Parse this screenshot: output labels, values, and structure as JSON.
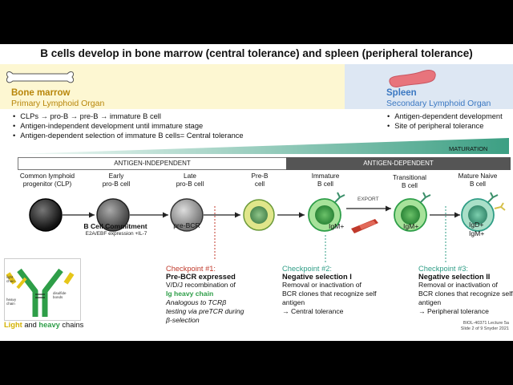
{
  "title": "B cells develop in bone marrow (central tolerance) and spleen (peripheral tolerance)",
  "bone_marrow": {
    "heading": "Bone marrow",
    "subheading": "Primary Lymphoid Organ",
    "bullets": [
      "CLPs → pro-B → pre-B → immature B cell",
      "Antigen-independent development until immature stage",
      "Antigen-dependent selection of immature B cells= Central tolerance"
    ]
  },
  "spleen": {
    "heading": "Spleen",
    "subheading": "Secondary Lymphoid Organ",
    "bullets": [
      "Antigen-dependent development",
      "Site of peripheral tolerance"
    ]
  },
  "maturation_label": "MATURATION",
  "phases": {
    "independent": "ANTIGEN-INDEPENDENT",
    "dependent": "ANTIGEN-DEPENDENT"
  },
  "stages": [
    {
      "line1": "Common lymphoid",
      "line2": "progenitor (CLP)"
    },
    {
      "line1": "Early",
      "line2": "pro-B cell"
    },
    {
      "line1": "Late",
      "line2": "pro-B cell"
    },
    {
      "line1": "Pre-B",
      "line2": "cell"
    },
    {
      "line1": "Immature",
      "line2": "B cell"
    },
    {
      "line1": "Transitional",
      "line2": "B cell"
    },
    {
      "line1": "Mature Naive",
      "line2": "B cell"
    }
  ],
  "commitment": {
    "heading": "B Cell Commitment",
    "detail": "E2A/EBF expression +IL-7"
  },
  "cell_labels": {
    "pre_bcr": "pre-BCR",
    "igm_immature": "IgM+",
    "igm_transitional": "IgM+",
    "igd_mature": "IgD+",
    "igm_mature": "IgM+",
    "export": "EXPORT"
  },
  "checkpoints": [
    {
      "label": "Checkpoint #1:",
      "heading": "Pre-BCR expressed",
      "lines": [
        "V/D/J recombination of"
      ],
      "highlight": "Ig heavy chain",
      "italic_lines": [
        "Analogous to TCRβ",
        "testing via preTCR during",
        "β-selection"
      ]
    },
    {
      "label": "Checkpoint #2:",
      "heading": "Negative selection I",
      "lines": [
        "Removal or inactivation of",
        "BCR clones that recognize self",
        "antigen",
        "→ Central tolerance"
      ]
    },
    {
      "label": "Checkpoint #3:",
      "heading": "Negative selection II",
      "lines": [
        "Removal or inactivation of",
        "BCR clones that recognize self",
        "antigen",
        "→ Peripheral tolerance"
      ]
    }
  ],
  "antibody": {
    "light_chain": "light chain",
    "heavy_chain": "heavy chain",
    "disulfide": "disulfide bonds",
    "caption_light": "Light",
    "caption_and": "and",
    "caption_heavy": "heavy",
    "caption_chains": "chains"
  },
  "footer": {
    "line1": "BIOL-40371 Lecture 5a",
    "line2": "Slide 2 of 9 Snyder 2021"
  },
  "colors": {
    "bone_bg": "#fdf7d2",
    "spleen_bg": "#dde7f3",
    "bone_heading": "#b8860b",
    "spleen_heading": "#3b78c2",
    "checkpoint_red": "#c0392b",
    "checkpoint_teal": "#2f9d86",
    "heavy_chain_green": "#2e9e48",
    "light_chain_yellow": "#e6c619"
  }
}
